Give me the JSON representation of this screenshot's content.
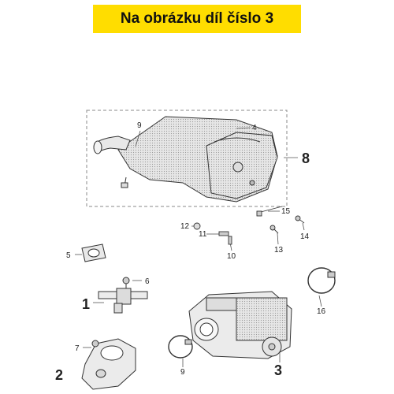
{
  "banner": {
    "text": "Na obrázku díl číslo 3",
    "color": "#ffdd00"
  },
  "highlighted_part": "3",
  "callouts": {
    "c1": "1",
    "c2": "2",
    "c3": "3",
    "c4": "4",
    "c5": "5",
    "c6": "6",
    "c7": "7",
    "c8": "8",
    "c9": "9",
    "c10": "10",
    "c11": "11",
    "c12": "12",
    "c13": "13",
    "c14": "14",
    "c15": "15",
    "c16": "16"
  },
  "icons": {
    "air-filter-box": "air-filter-housing-icon",
    "throttle-body": "throttle-body-icon",
    "intake-manifold": "intake-manifold-icon",
    "hose-clamp": "hose-clamp-icon"
  }
}
